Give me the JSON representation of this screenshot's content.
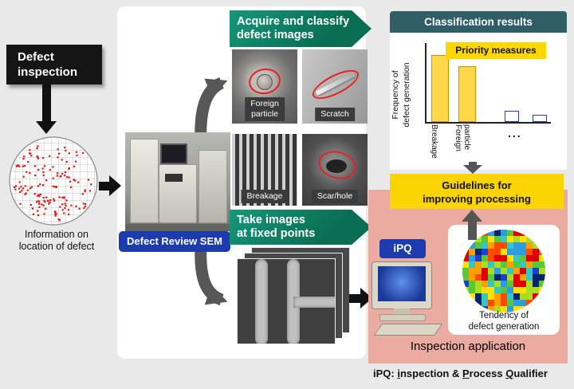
{
  "palette": {
    "background": "#e9e9e9",
    "green_banner": "#0c7f63",
    "classification_header": "#2f5e66",
    "yellow": "#fbd403",
    "pink_panel": "#ecaba0",
    "blue_label": "#1c3cae",
    "arrow_gray": "#575757",
    "bar_yellow": "#ffd84a",
    "bar_blue_border": "#2838c8",
    "annotation_red": "#e82020"
  },
  "left_flow": {
    "defect_inspection": "Defect\ninspection",
    "wafer_caption": "Information on\nlocation of defect"
  },
  "sem": {
    "label": "Defect Review SEM"
  },
  "acquire": {
    "banner": "Acquire and classify\ndefect images",
    "images": [
      {
        "label": "Foreign\nparticle"
      },
      {
        "label": "Scratch"
      },
      {
        "label": "Breakage"
      },
      {
        "label": "Scar/hole"
      }
    ]
  },
  "fixed_points": {
    "banner": "Take images\nat fixed points"
  },
  "classification": {
    "title": "Classification results",
    "priority": "Priority measures",
    "ellipsis": "...",
    "chart_data": {
      "type": "bar",
      "ylabel": "Frequency of\ndefect generation",
      "categories": [
        "Breakage",
        "Foreign particle",
        "",
        ""
      ],
      "values": [
        88,
        74,
        15,
        9
      ],
      "priority_flags": [
        true,
        true,
        false,
        false
      ],
      "ylim": [
        0,
        100
      ],
      "legend": "none",
      "note_ticks": "axis unlabeled; priority bars yellow, others blue-outlined"
    }
  },
  "guidelines": {
    "label": "Guidelines for\nimproving processing"
  },
  "inspection_app": {
    "ipq": "iPQ",
    "tendency": "Tendency of\ndefect generation",
    "title": "Inspection application",
    "heatmap_palette": [
      "#082470",
      "#1b3fd0",
      "#2e9de0",
      "#35c8c0",
      "#58c83a",
      "#a8e020",
      "#ffe000",
      "#ffa000",
      "#ff4800",
      "#e00000"
    ]
  },
  "footnote": {
    "parts": [
      {
        "text": "iPQ: ",
        "underline": false
      },
      {
        "text": "i",
        "underline": true
      },
      {
        "text": "nspection & ",
        "underline": false
      },
      {
        "text": "P",
        "underline": true
      },
      {
        "text": "rocess ",
        "underline": false
      },
      {
        "text": "Q",
        "underline": true
      },
      {
        "text": "ualifier",
        "underline": false
      }
    ]
  }
}
